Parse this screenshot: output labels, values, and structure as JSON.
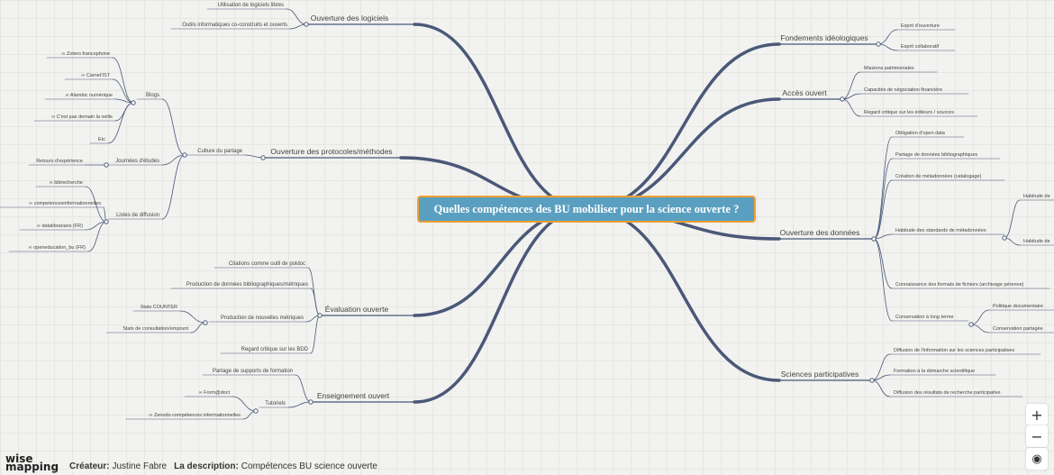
{
  "central": "Quelles compétences des BU mobiliser pour la science ouverte ?",
  "nodes": {
    "logiciels": "Ouverture des logiciels",
    "log_a": "Utilisation de logiciels libres",
    "log_b": "Outils informatiques co-construits et ouverts",
    "protocoles": "Ouverture des protocoles/méthodes",
    "culture": "Culture du partage",
    "blogs": "Blogs",
    "zotero": "Zotero francophone",
    "carnet": "Carnet'IST",
    "alambic": "Alambic numérique",
    "veille": "C'est pas demain la veille",
    "etc": "Etc",
    "journees": "Journées d'études",
    "retours": "Retours d'expérience",
    "listes": "Listes de diffusion",
    "biblio": "bibrecherche",
    "compet": "competencesinformationnelles",
    "datalib": "datalibrarians (FR)",
    "openedu": "openeducation_bu (FR)",
    "evaluation": "Évaluation ouverte",
    "ev_a": "Citations comme outil de poldoc",
    "ev_b": "Production de données bibliographiques/métriques",
    "ev_c": "Production de nouvelles métriques",
    "ev_c1": "Stats COUNTER",
    "ev_c2": "Stats de consultation/emprunt",
    "ev_d": "Regard critique sur les BDD",
    "enseignement": "Enseignement ouvert",
    "en_a": "Partage de supports de formation",
    "tutoriels": "Tutoriels",
    "formadoct": "Form@doct",
    "zenodo": "Zenodo compétences informationnelles",
    "fondements": "Fondements idéologiques",
    "fo_a": "Esprit d'ouverture",
    "fo_b": "Esprit collaboratif",
    "acces": "Accès ouvert",
    "ac_a": "Missions patrimoniales",
    "ac_b": "Capacités de négociation financière",
    "ac_c": "Regard critique sur les éditeurs / sources",
    "donnees": "Ouverture des données",
    "do_a": "Obligation d'open data",
    "do_b": "Partage de données bibliographiques",
    "do_c": "Création de métadonnées (catalogage)",
    "do_d": "Habitude des standards de métadonnées",
    "do_d1": "Habitude de",
    "do_d2": "Habitude de",
    "do_e": "Connaissance des formats de fichiers (archivage pérenne)",
    "do_f": "Conservation à long terme",
    "do_f1": "Politique documentaire",
    "do_f2": "Conservation partagée",
    "sciences": "Sciences participatives",
    "sc_a": "Diffusion de l'information sur les sciences participatives",
    "sc_b": "Formation à la démarche scientifique",
    "sc_c": "Diffusion des résultats de recherche participative"
  },
  "footer": {
    "logo_top": "wise",
    "logo_bottom": "mapping",
    "creator_label": "Créateur:",
    "creator": "Justine Fabre",
    "desc_label": "La description:",
    "desc": "Compétences BU science ouverte"
  },
  "controls": {
    "zoom_in": "+",
    "zoom_out": "−",
    "locate": "◉"
  },
  "colors": {
    "branch": "#4a5878",
    "central_bg": "#5a9fc0",
    "central_border": "#f0a030"
  }
}
